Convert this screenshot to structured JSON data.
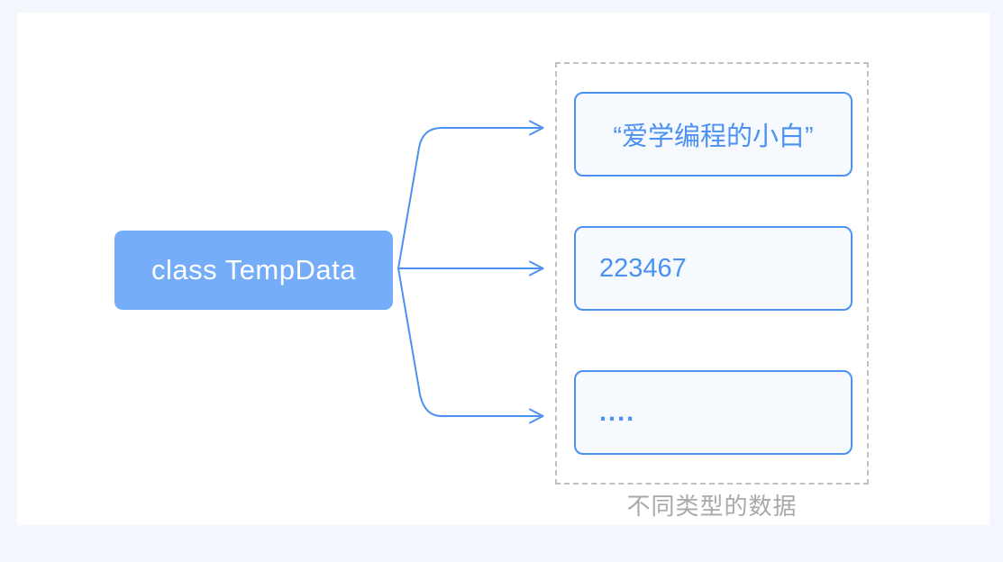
{
  "page": {
    "background_color": "#F3F6FD",
    "card_color": "#FFFFFF"
  },
  "diagram": {
    "class_node": {
      "label": "class TempData",
      "fill_color": "#75ADF8",
      "text_color": "#FFFFFF"
    },
    "arrows": {
      "count": 3,
      "color": "#4A91F2",
      "style": "fan-out from class node to each value node, open chevron arrowheads"
    },
    "value_nodes": [
      {
        "label": "“爱学编程的小白”"
      },
      {
        "label": "223467"
      },
      {
        "label": "...."
      }
    ],
    "value_node_style": {
      "border_color": "#4A91F2",
      "fill_color": "#F6FAFE",
      "text_color": "#4A91F2"
    },
    "group": {
      "border_style": "dashed",
      "border_color": "#C1C1C1",
      "caption": "不同类型的数据",
      "caption_color": "#A9A9A9"
    }
  }
}
